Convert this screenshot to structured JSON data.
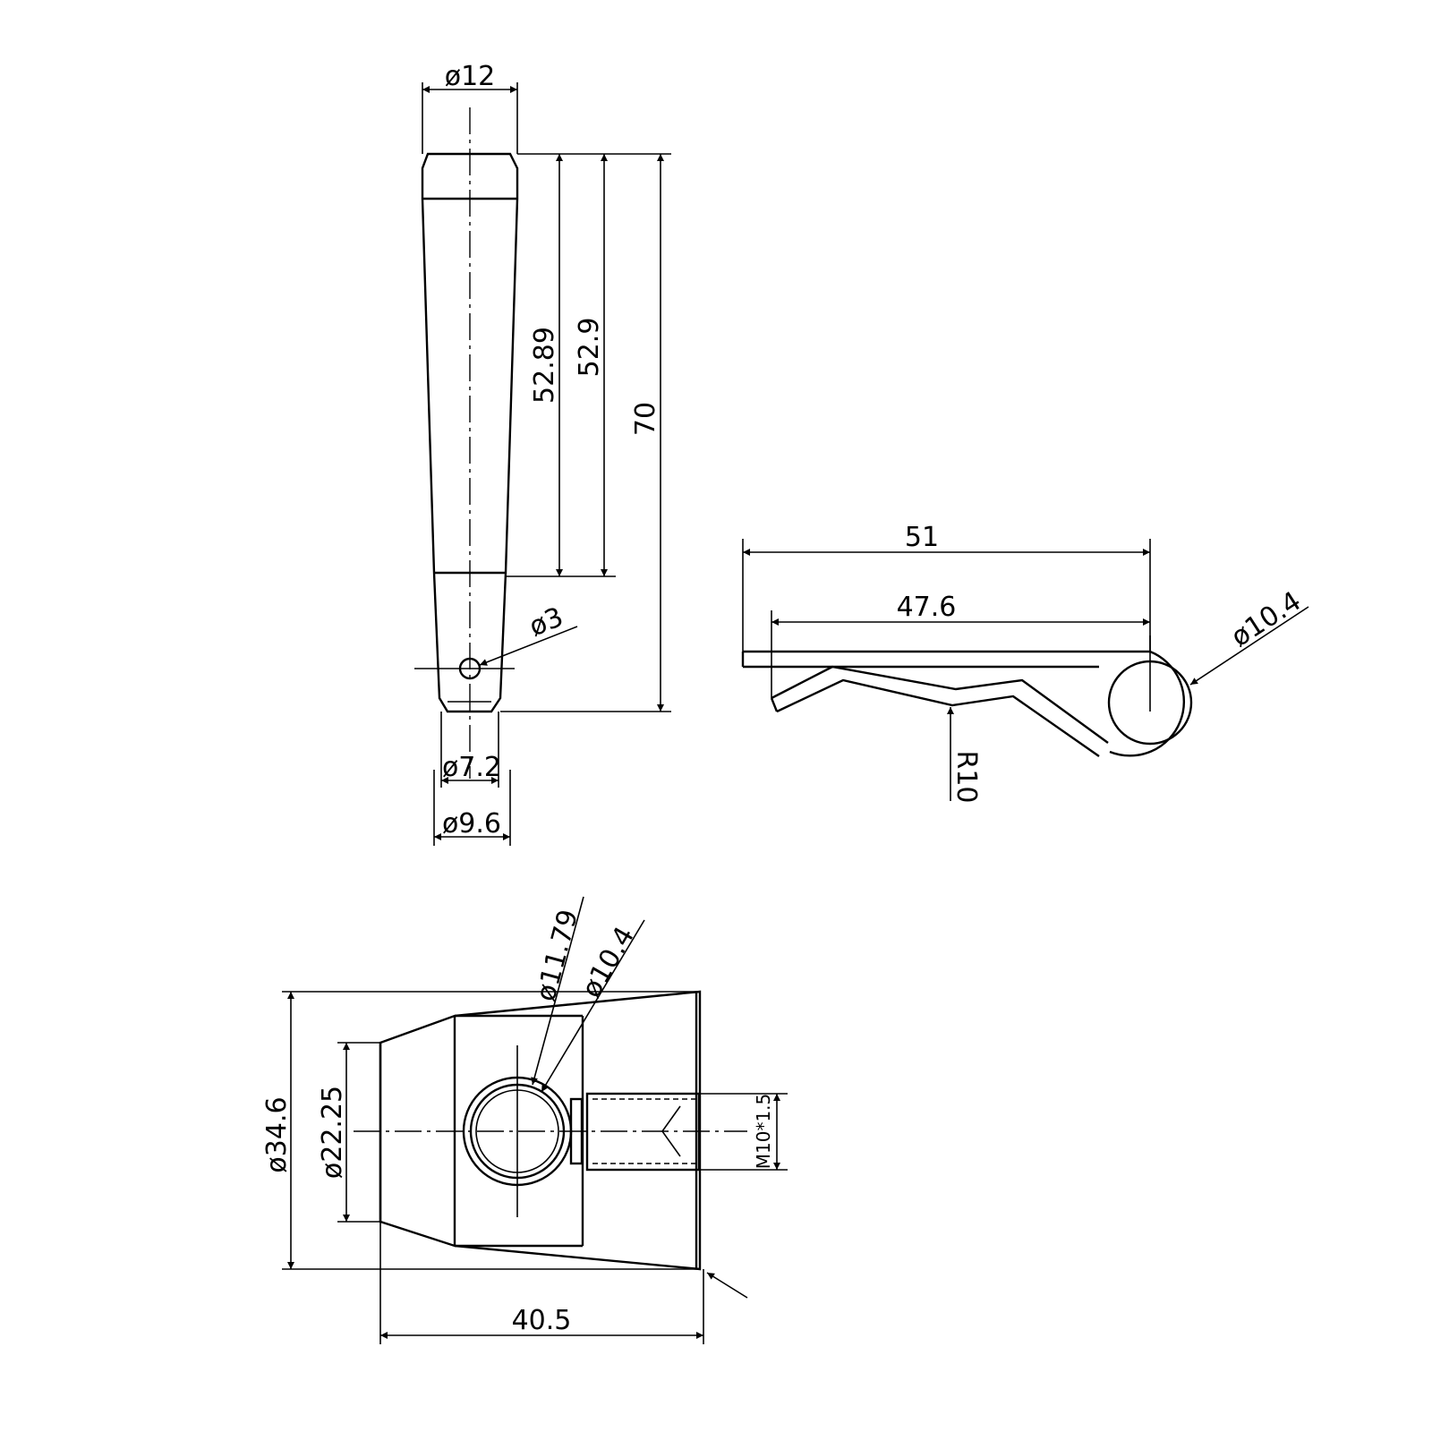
{
  "handle_view": {
    "dims": {
      "top_diameter": "ø12",
      "length_a": "52.89",
      "length_b": "52.9",
      "overall_length": "70",
      "pin_hole": "ø3",
      "bottom_inner": "ø7.2",
      "bottom_outer": "ø9.6"
    }
  },
  "clip_view": {
    "dims": {
      "overall_length": "51",
      "leg_length": "47.6",
      "loop_diameter": "ø10.4",
      "bend_radius": "R10"
    }
  },
  "hub_view": {
    "dims": {
      "outer_diameter": "ø34.6",
      "neck_diameter": "ø22.25",
      "bore_outer": "ø11.79",
      "bore_inner": "ø10.4",
      "thread": "M10*1.5",
      "length": "40.5"
    }
  }
}
